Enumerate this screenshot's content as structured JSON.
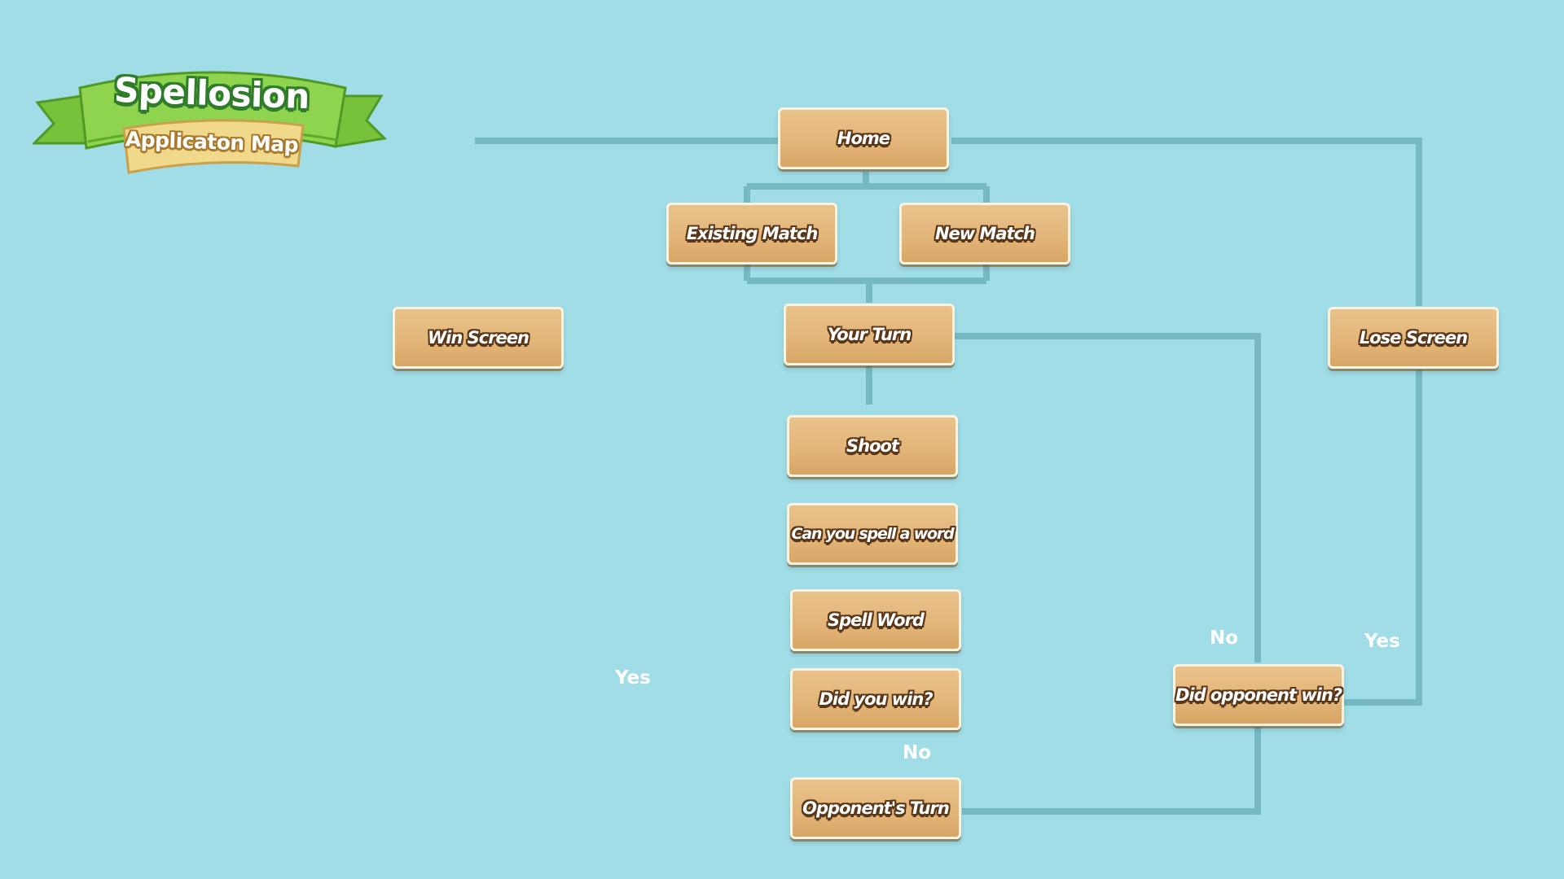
{
  "logo": {
    "title": "Spellosion",
    "subtitle": "Applicaton Map"
  },
  "nodes": {
    "home": "Home",
    "existing_match": "Existing Match",
    "new_match": "New Match",
    "win_screen": "Win Screen",
    "your_turn": "Your Turn",
    "lose_screen": "Lose Screen",
    "shoot": "Shoot",
    "can_you_spell": "Can you spell a word",
    "spell_word": "Spell Word",
    "did_you_win": "Did you win?",
    "did_opponent_win": "Did opponent win?",
    "opponents_turn": "Opponent's Turn"
  },
  "labels": {
    "yes_left": "Yes",
    "no_bottom": "No",
    "no_right": "No",
    "yes_right": "Yes"
  },
  "colors": {
    "background": "#a0dde6",
    "connector": "#76b9c3",
    "node_fill": "#e2b477",
    "node_border": "#fbf3df",
    "node_text_outline": "#5a3718",
    "banner_green": "#8fd44e",
    "banner_tan": "#f0d98a"
  }
}
